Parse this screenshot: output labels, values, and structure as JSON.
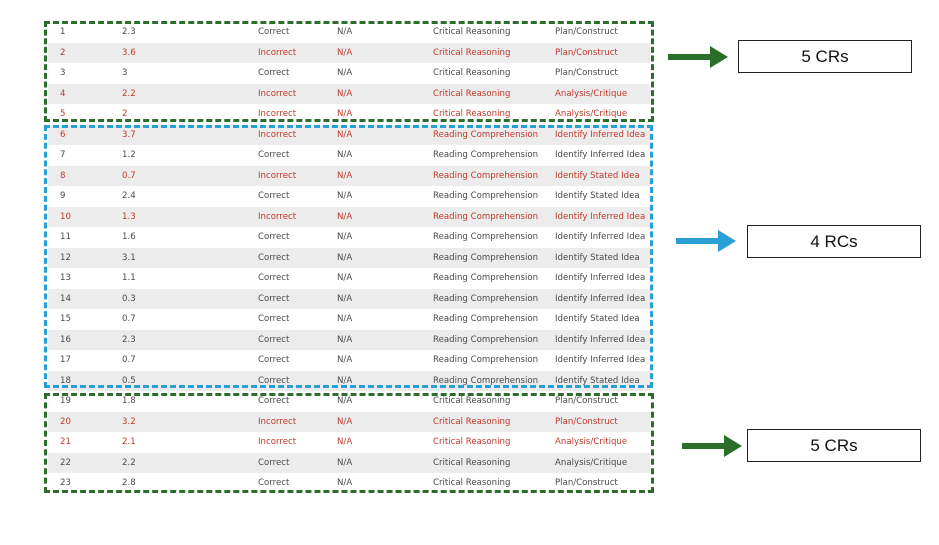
{
  "rows": [
    {
      "num": "1",
      "value": "2.3",
      "result": "Correct",
      "na": "N/A",
      "type": "Critical Reasoning",
      "subtype": "Plan/Construct",
      "incorrect": false
    },
    {
      "num": "2",
      "value": "3.6",
      "result": "Incorrect",
      "na": "N/A",
      "type": "Critical Reasoning",
      "subtype": "Plan/Construct",
      "incorrect": true
    },
    {
      "num": "3",
      "value": "3",
      "result": "Correct",
      "na": "N/A",
      "type": "Critical Reasoning",
      "subtype": "Plan/Construct",
      "incorrect": false
    },
    {
      "num": "4",
      "value": "2.2",
      "result": "Incorrect",
      "na": "N/A",
      "type": "Critical Reasoning",
      "subtype": "Analysis/Critique",
      "incorrect": true
    },
    {
      "num": "5",
      "value": "2",
      "result": "Incorrect",
      "na": "N/A",
      "type": "Critical Reasoning",
      "subtype": "Analysis/Critique",
      "incorrect": true
    },
    {
      "num": "6",
      "value": "3.7",
      "result": "Incorrect",
      "na": "N/A",
      "type": "Reading Comprehension",
      "subtype": "Identify Inferred Idea",
      "incorrect": true
    },
    {
      "num": "7",
      "value": "1.2",
      "result": "Correct",
      "na": "N/A",
      "type": "Reading Comprehension",
      "subtype": "Identify Inferred Idea",
      "incorrect": false
    },
    {
      "num": "8",
      "value": "0.7",
      "result": "Incorrect",
      "na": "N/A",
      "type": "Reading Comprehension",
      "subtype": "Identify Stated Idea",
      "incorrect": true
    },
    {
      "num": "9",
      "value": "2.4",
      "result": "Correct",
      "na": "N/A",
      "type": "Reading Comprehension",
      "subtype": "Identify Stated Idea",
      "incorrect": false
    },
    {
      "num": "10",
      "value": "1.3",
      "result": "Incorrect",
      "na": "N/A",
      "type": "Reading Comprehension",
      "subtype": "Identify Inferred Idea",
      "incorrect": true
    },
    {
      "num": "11",
      "value": "1.6",
      "result": "Correct",
      "na": "N/A",
      "type": "Reading Comprehension",
      "subtype": "Identify Inferred Idea",
      "incorrect": false
    },
    {
      "num": "12",
      "value": "3.1",
      "result": "Correct",
      "na": "N/A",
      "type": "Reading Comprehension",
      "subtype": "Identify Stated Idea",
      "incorrect": false
    },
    {
      "num": "13",
      "value": "1.1",
      "result": "Correct",
      "na": "N/A",
      "type": "Reading Comprehension",
      "subtype": "Identify Inferred Idea",
      "incorrect": false
    },
    {
      "num": "14",
      "value": "0.3",
      "result": "Correct",
      "na": "N/A",
      "type": "Reading Comprehension",
      "subtype": "Identify Inferred Idea",
      "incorrect": false
    },
    {
      "num": "15",
      "value": "0.7",
      "result": "Correct",
      "na": "N/A",
      "type": "Reading Comprehension",
      "subtype": "Identify Stated Idea",
      "incorrect": false
    },
    {
      "num": "16",
      "value": "2.3",
      "result": "Correct",
      "na": "N/A",
      "type": "Reading Comprehension",
      "subtype": "Identify Inferred Idea",
      "incorrect": false
    },
    {
      "num": "17",
      "value": "0.7",
      "result": "Correct",
      "na": "N/A",
      "type": "Reading Comprehension",
      "subtype": "Identify Inferred Idea",
      "incorrect": false
    },
    {
      "num": "18",
      "value": "0.5",
      "result": "Correct",
      "na": "N/A",
      "type": "Reading Comprehension",
      "subtype": "Identify Stated Idea",
      "incorrect": false
    },
    {
      "num": "19",
      "value": "1.8",
      "result": "Correct",
      "na": "N/A",
      "type": "Critical Reasoning",
      "subtype": "Plan/Construct",
      "incorrect": false
    },
    {
      "num": "20",
      "value": "3.2",
      "result": "Incorrect",
      "na": "N/A",
      "type": "Critical Reasoning",
      "subtype": "Plan/Construct",
      "incorrect": true
    },
    {
      "num": "21",
      "value": "2.1",
      "result": "Incorrect",
      "na": "N/A",
      "type": "Critical Reasoning",
      "subtype": "Analysis/Critique",
      "incorrect": true
    },
    {
      "num": "22",
      "value": "2.2",
      "result": "Correct",
      "na": "N/A",
      "type": "Critical Reasoning",
      "subtype": "Analysis/Critique",
      "incorrect": false
    },
    {
      "num": "23",
      "value": "2.8",
      "result": "Correct",
      "na": "N/A",
      "type": "Critical Reasoning",
      "subtype": "Plan/Construct",
      "incorrect": false
    }
  ],
  "callouts": {
    "top": "5 CRs",
    "middle": "4 RCs",
    "bottom": "5 CRs"
  },
  "colors": {
    "incorrect_text": "#c0392b",
    "cr_box": "#2a6e2a",
    "rc_box": "#2a9fd6"
  }
}
